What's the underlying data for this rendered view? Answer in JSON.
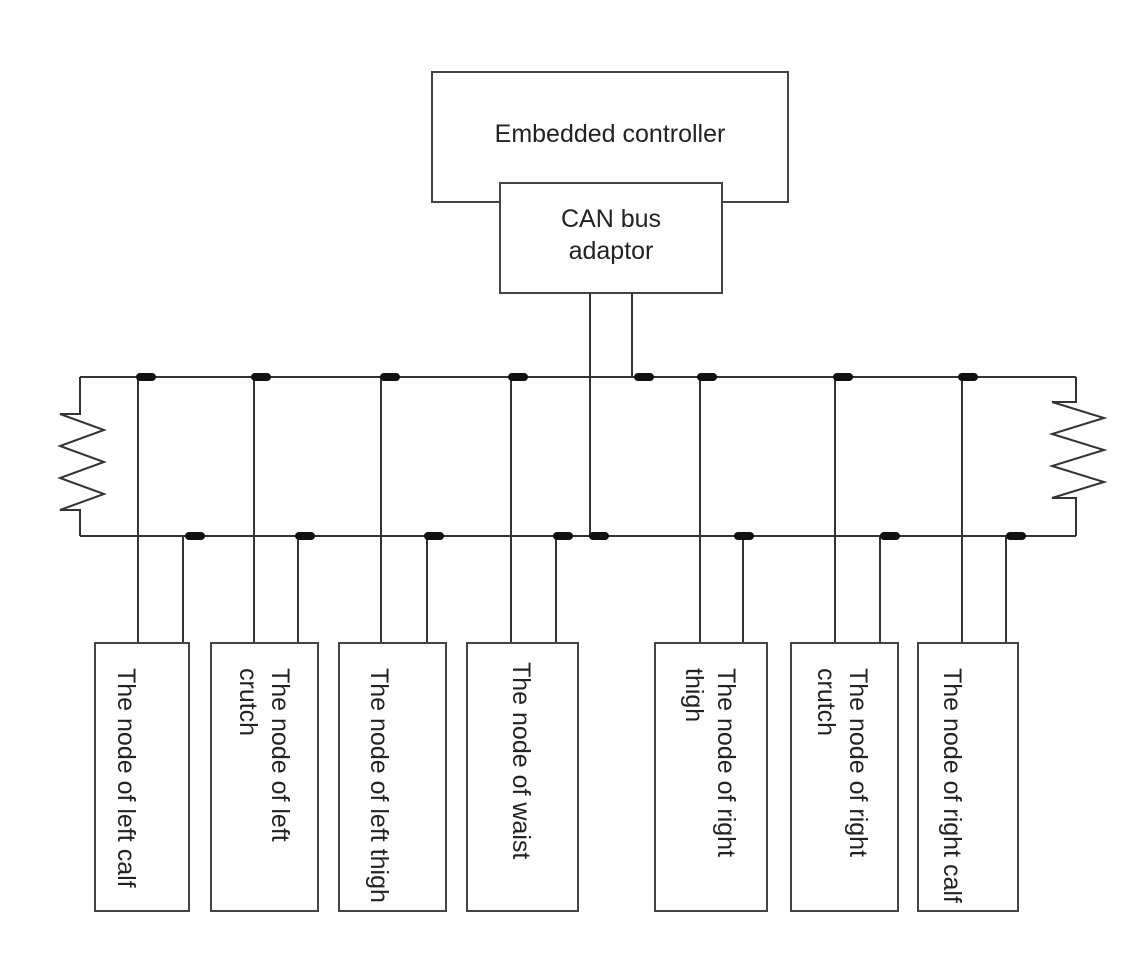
{
  "controller": {
    "label": "Embedded controller"
  },
  "adaptor": {
    "line1": "CAN bus",
    "line2": "adaptor"
  },
  "nodes": [
    {
      "line1": "The node of left",
      "line2": "calf"
    },
    {
      "line1": "The node of left",
      "line2": "crutch"
    },
    {
      "line1": "The node of left",
      "line2": "thigh"
    },
    {
      "line1": "The node of waist",
      "line2": ""
    },
    {
      "line1": "The node of right",
      "line2": "thigh"
    },
    {
      "line1": "The node of right",
      "line2": "crutch"
    },
    {
      "line1": "The node of right",
      "line2": "calf"
    }
  ]
}
